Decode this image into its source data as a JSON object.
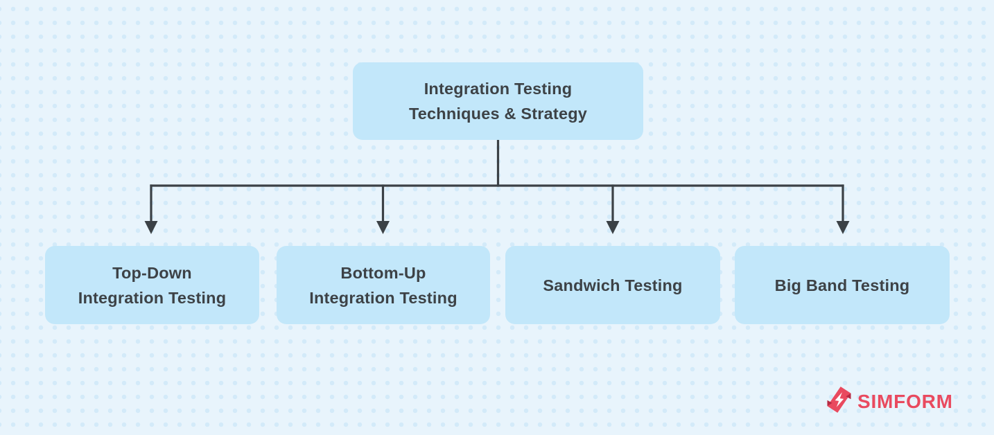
{
  "diagram": {
    "title": "Integration testing techniques hierarchy",
    "root": {
      "label": "Integration Testing\nTechniques & Strategy"
    },
    "children": [
      {
        "label": "Top-Down\nIntegration Testing"
      },
      {
        "label": "Bottom-Up\nIntegration Testing"
      },
      {
        "label": "Sandwich Testing"
      },
      {
        "label": "Big Band Testing"
      }
    ]
  },
  "branding": {
    "logo_text": "SIMFORM",
    "logo_icon": "simform-ribbon-icon"
  },
  "colors": {
    "background": "#e8f4fc",
    "background_dot": "#d3eaf9",
    "node_fill": "#c2e7fa",
    "node_text": "#3d4246",
    "connector": "#3b4146",
    "brand_red": "#e94a5f",
    "brand_red_dark": "#b62b43"
  }
}
